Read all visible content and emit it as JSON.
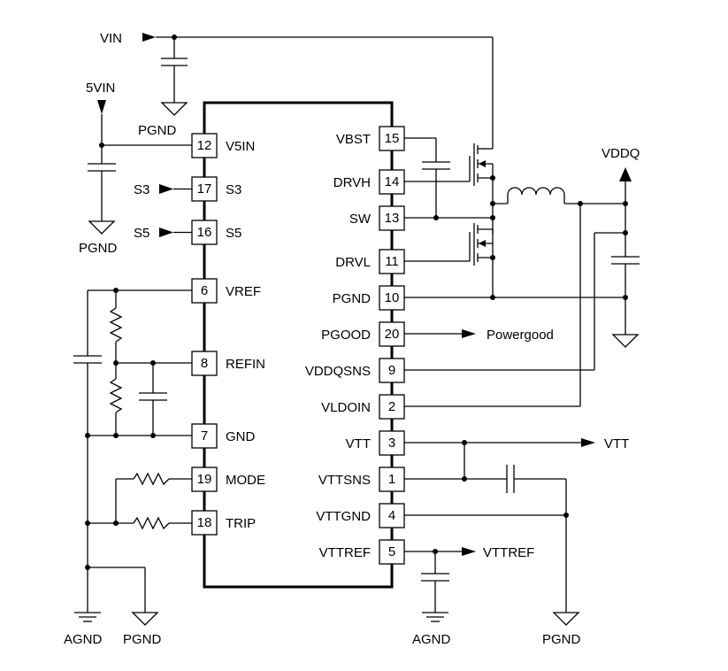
{
  "left_pins": [
    {
      "num": "12",
      "name": "V5IN"
    },
    {
      "num": "17",
      "name": "S3"
    },
    {
      "num": "16",
      "name": "S5"
    },
    {
      "num": "6",
      "name": "VREF"
    },
    {
      "num": "8",
      "name": "REFIN"
    },
    {
      "num": "7",
      "name": "GND"
    },
    {
      "num": "19",
      "name": "MODE"
    },
    {
      "num": "18",
      "name": "TRIP"
    }
  ],
  "right_pins": [
    {
      "num": "15",
      "name": "VBST"
    },
    {
      "num": "14",
      "name": "DRVH"
    },
    {
      "num": "13",
      "name": "SW"
    },
    {
      "num": "11",
      "name": "DRVL"
    },
    {
      "num": "10",
      "name": "PGND"
    },
    {
      "num": "20",
      "name": "PGOOD"
    },
    {
      "num": "9",
      "name": "VDDQSNS"
    },
    {
      "num": "2",
      "name": "VLDOIN"
    },
    {
      "num": "3",
      "name": "VTT"
    },
    {
      "num": "1",
      "name": "VTTSNS"
    },
    {
      "num": "4",
      "name": "VTTGND"
    },
    {
      "num": "5",
      "name": "VTTREF"
    }
  ],
  "nets": {
    "vin": "VIN",
    "v5in": "5VIN",
    "s3_input": "S3",
    "s5_input": "S5",
    "vddq": "VDDQ",
    "powergood": "Powergood",
    "vtt_out": "VTT",
    "vttref_out": "VTTREF",
    "pgnd_vin_cap": "PGND",
    "pgnd_5vin_cap": "PGND",
    "agnd_left": "AGND",
    "pgnd_left": "PGND",
    "agnd_vttref": "AGND",
    "pgnd_vtt": "PGND"
  }
}
